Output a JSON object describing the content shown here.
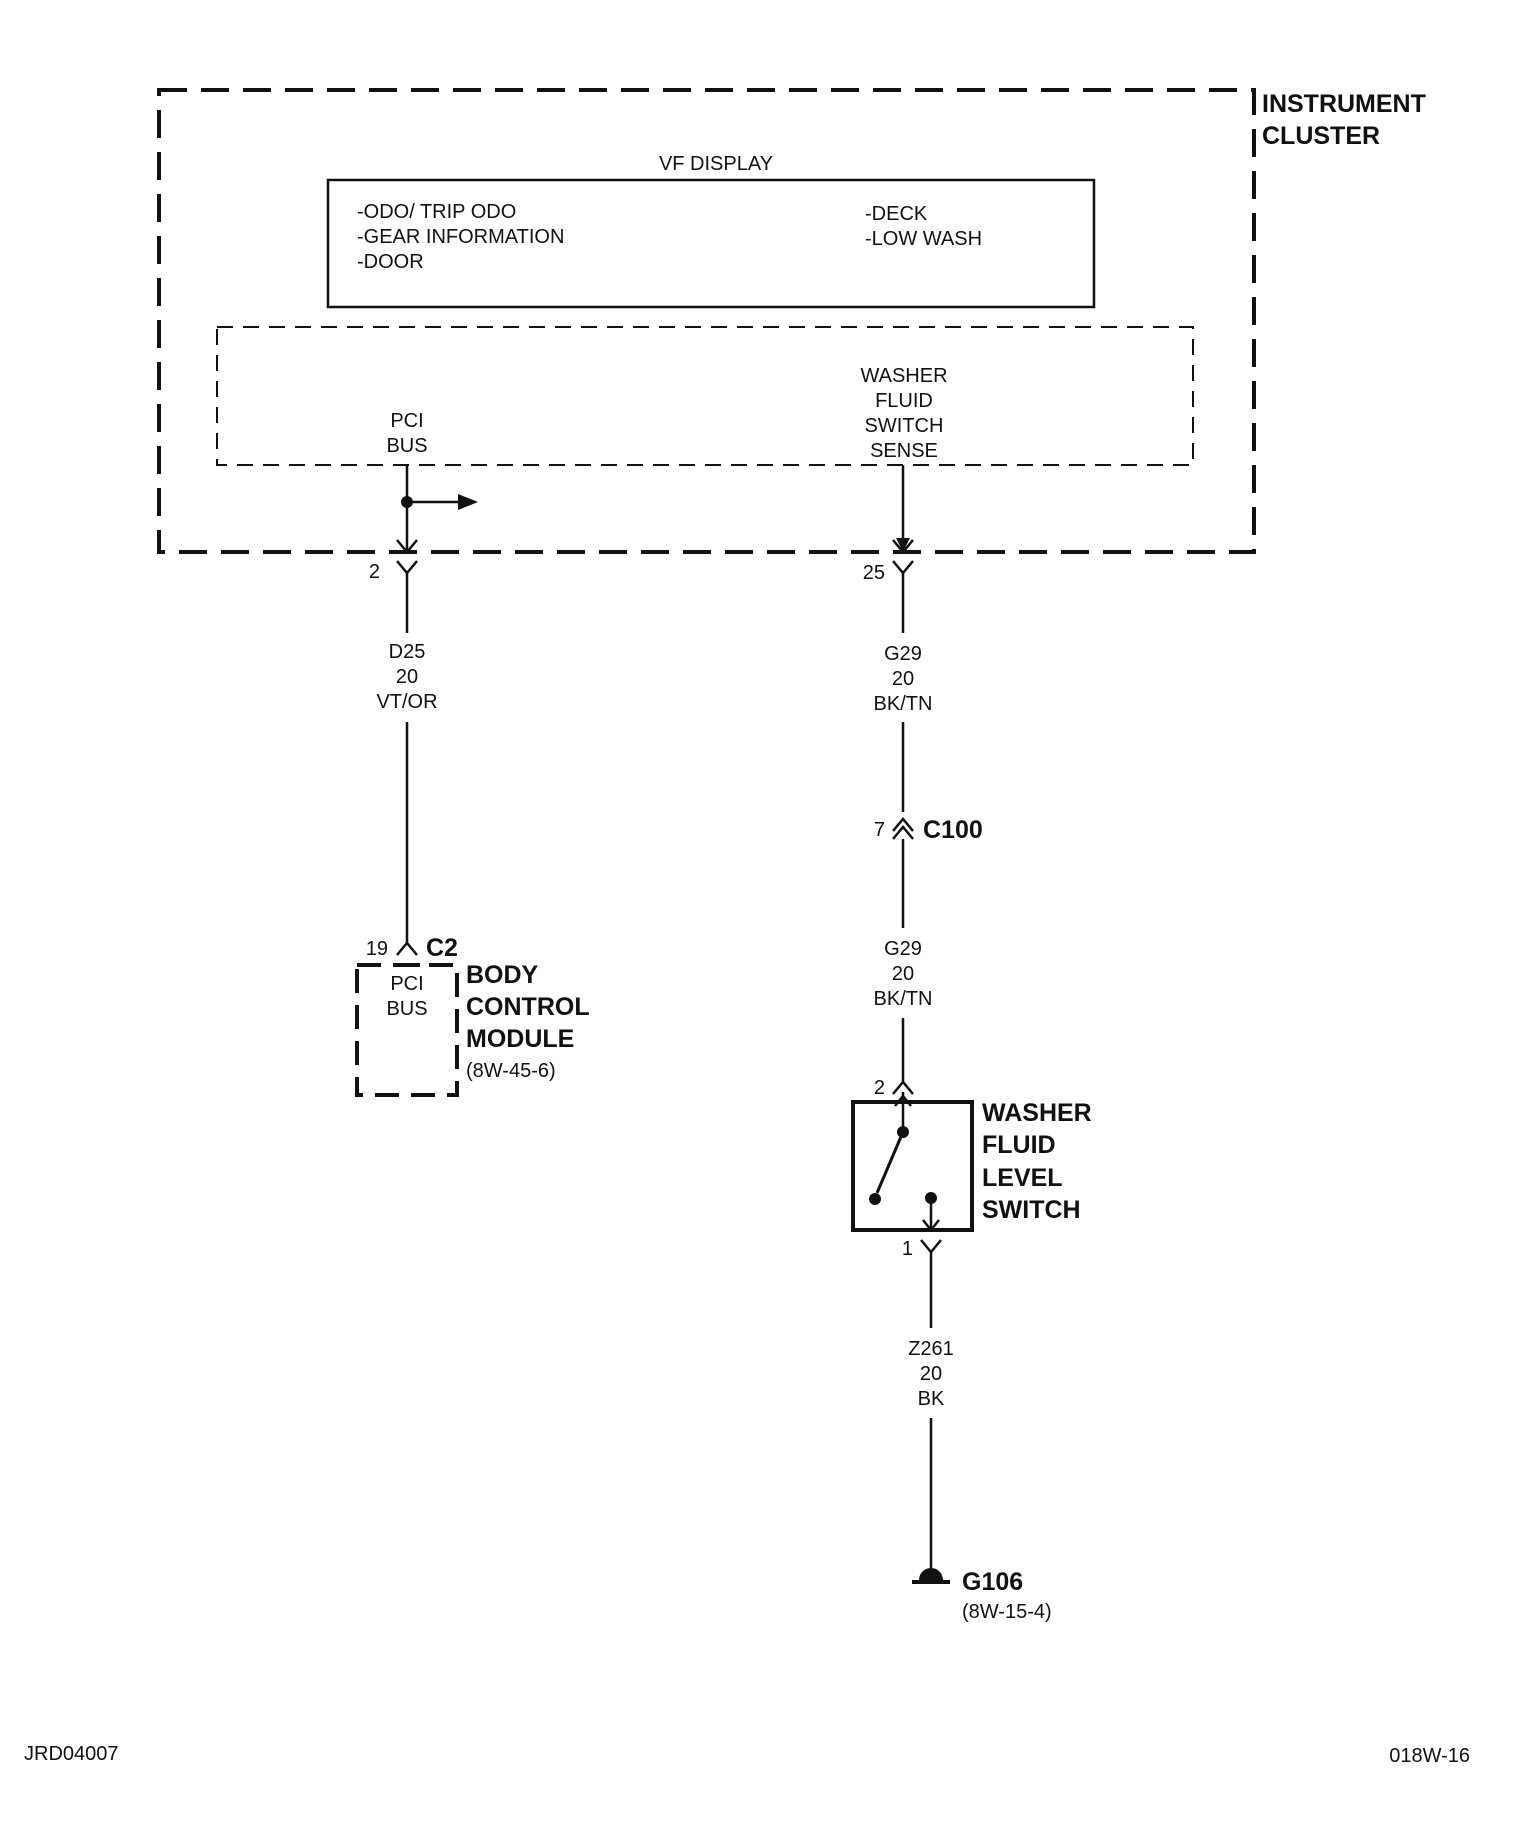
{
  "instrument_cluster": {
    "line1": "INSTRUMENT",
    "line2": "CLUSTER"
  },
  "vf_display": {
    "title": "VF DISPLAY",
    "left_items": [
      "-ODO/ TRIP ODO",
      "-GEAR INFORMATION",
      "-DOOR"
    ],
    "right_items": [
      "-DECK",
      "-LOW WASH"
    ]
  },
  "pci_bus_label": {
    "line1": "PCI",
    "line2": "BUS"
  },
  "washer_sense_label": [
    "WASHER",
    "FLUID",
    "SWITCH",
    "SENSE"
  ],
  "left_circuit": {
    "cluster_pin": "2",
    "wire": [
      "D25",
      "20",
      "VT/OR"
    ],
    "bcm_pin": "19",
    "bcm_connector": "C2",
    "bcm_inner": {
      "line1": "PCI",
      "line2": "BUS"
    },
    "bcm_name": [
      "BODY",
      "CONTROL",
      "MODULE"
    ],
    "bcm_ref": "(8W-45-6)"
  },
  "right_circuit": {
    "cluster_pin": "25",
    "wire_upper": [
      "G29",
      "20",
      "BK/TN"
    ],
    "inline_pin": "7",
    "inline_connector": "C100",
    "wire_middle": [
      "G29",
      "20",
      "BK/TN"
    ],
    "switch_pin_in": "2",
    "switch_name": [
      "WASHER",
      "FLUID",
      "LEVEL",
      "SWITCH"
    ],
    "switch_pin_out": "1",
    "wire_lower": [
      "Z261",
      "20",
      "BK"
    ],
    "ground": "G106",
    "ground_ref": "(8W-15-4)"
  },
  "footer": {
    "left_code": "JRD04007",
    "right_code": "018W-16"
  }
}
